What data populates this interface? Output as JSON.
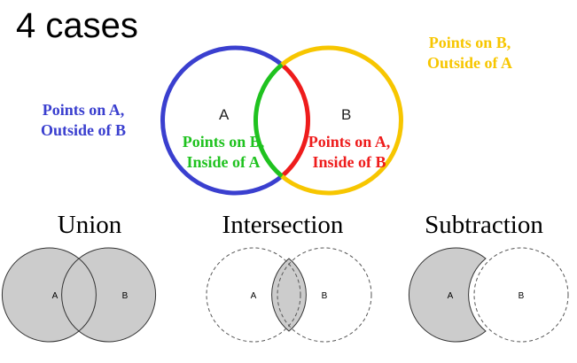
{
  "title": "4 cases",
  "main_diagram": {
    "label_a": "A",
    "label_b": "B",
    "case_a_outside_b": {
      "line1": "Points on A,",
      "line2": "Outside of B",
      "color": "#3a3fcf"
    },
    "case_b_outside_a": {
      "line1": "Points on B,",
      "line2": "Outside of A",
      "color": "#f7c600"
    },
    "case_b_inside_a": {
      "line1": "Points on B,",
      "line2": "Inside of A",
      "color": "#1fc21f"
    },
    "case_a_inside_b": {
      "line1": "Points on A,",
      "line2": "Inside of B",
      "color": "#ee1c1c"
    }
  },
  "operations": [
    {
      "name": "Union",
      "label_a": "A",
      "label_b": "B"
    },
    {
      "name": "Intersection",
      "label_a": "A",
      "label_b": "B"
    },
    {
      "name": "Subtraction",
      "label_a": "A",
      "label_b": "B"
    }
  ],
  "colors": {
    "fill_gray": "#cccccc",
    "stroke_dark": "#333333"
  }
}
